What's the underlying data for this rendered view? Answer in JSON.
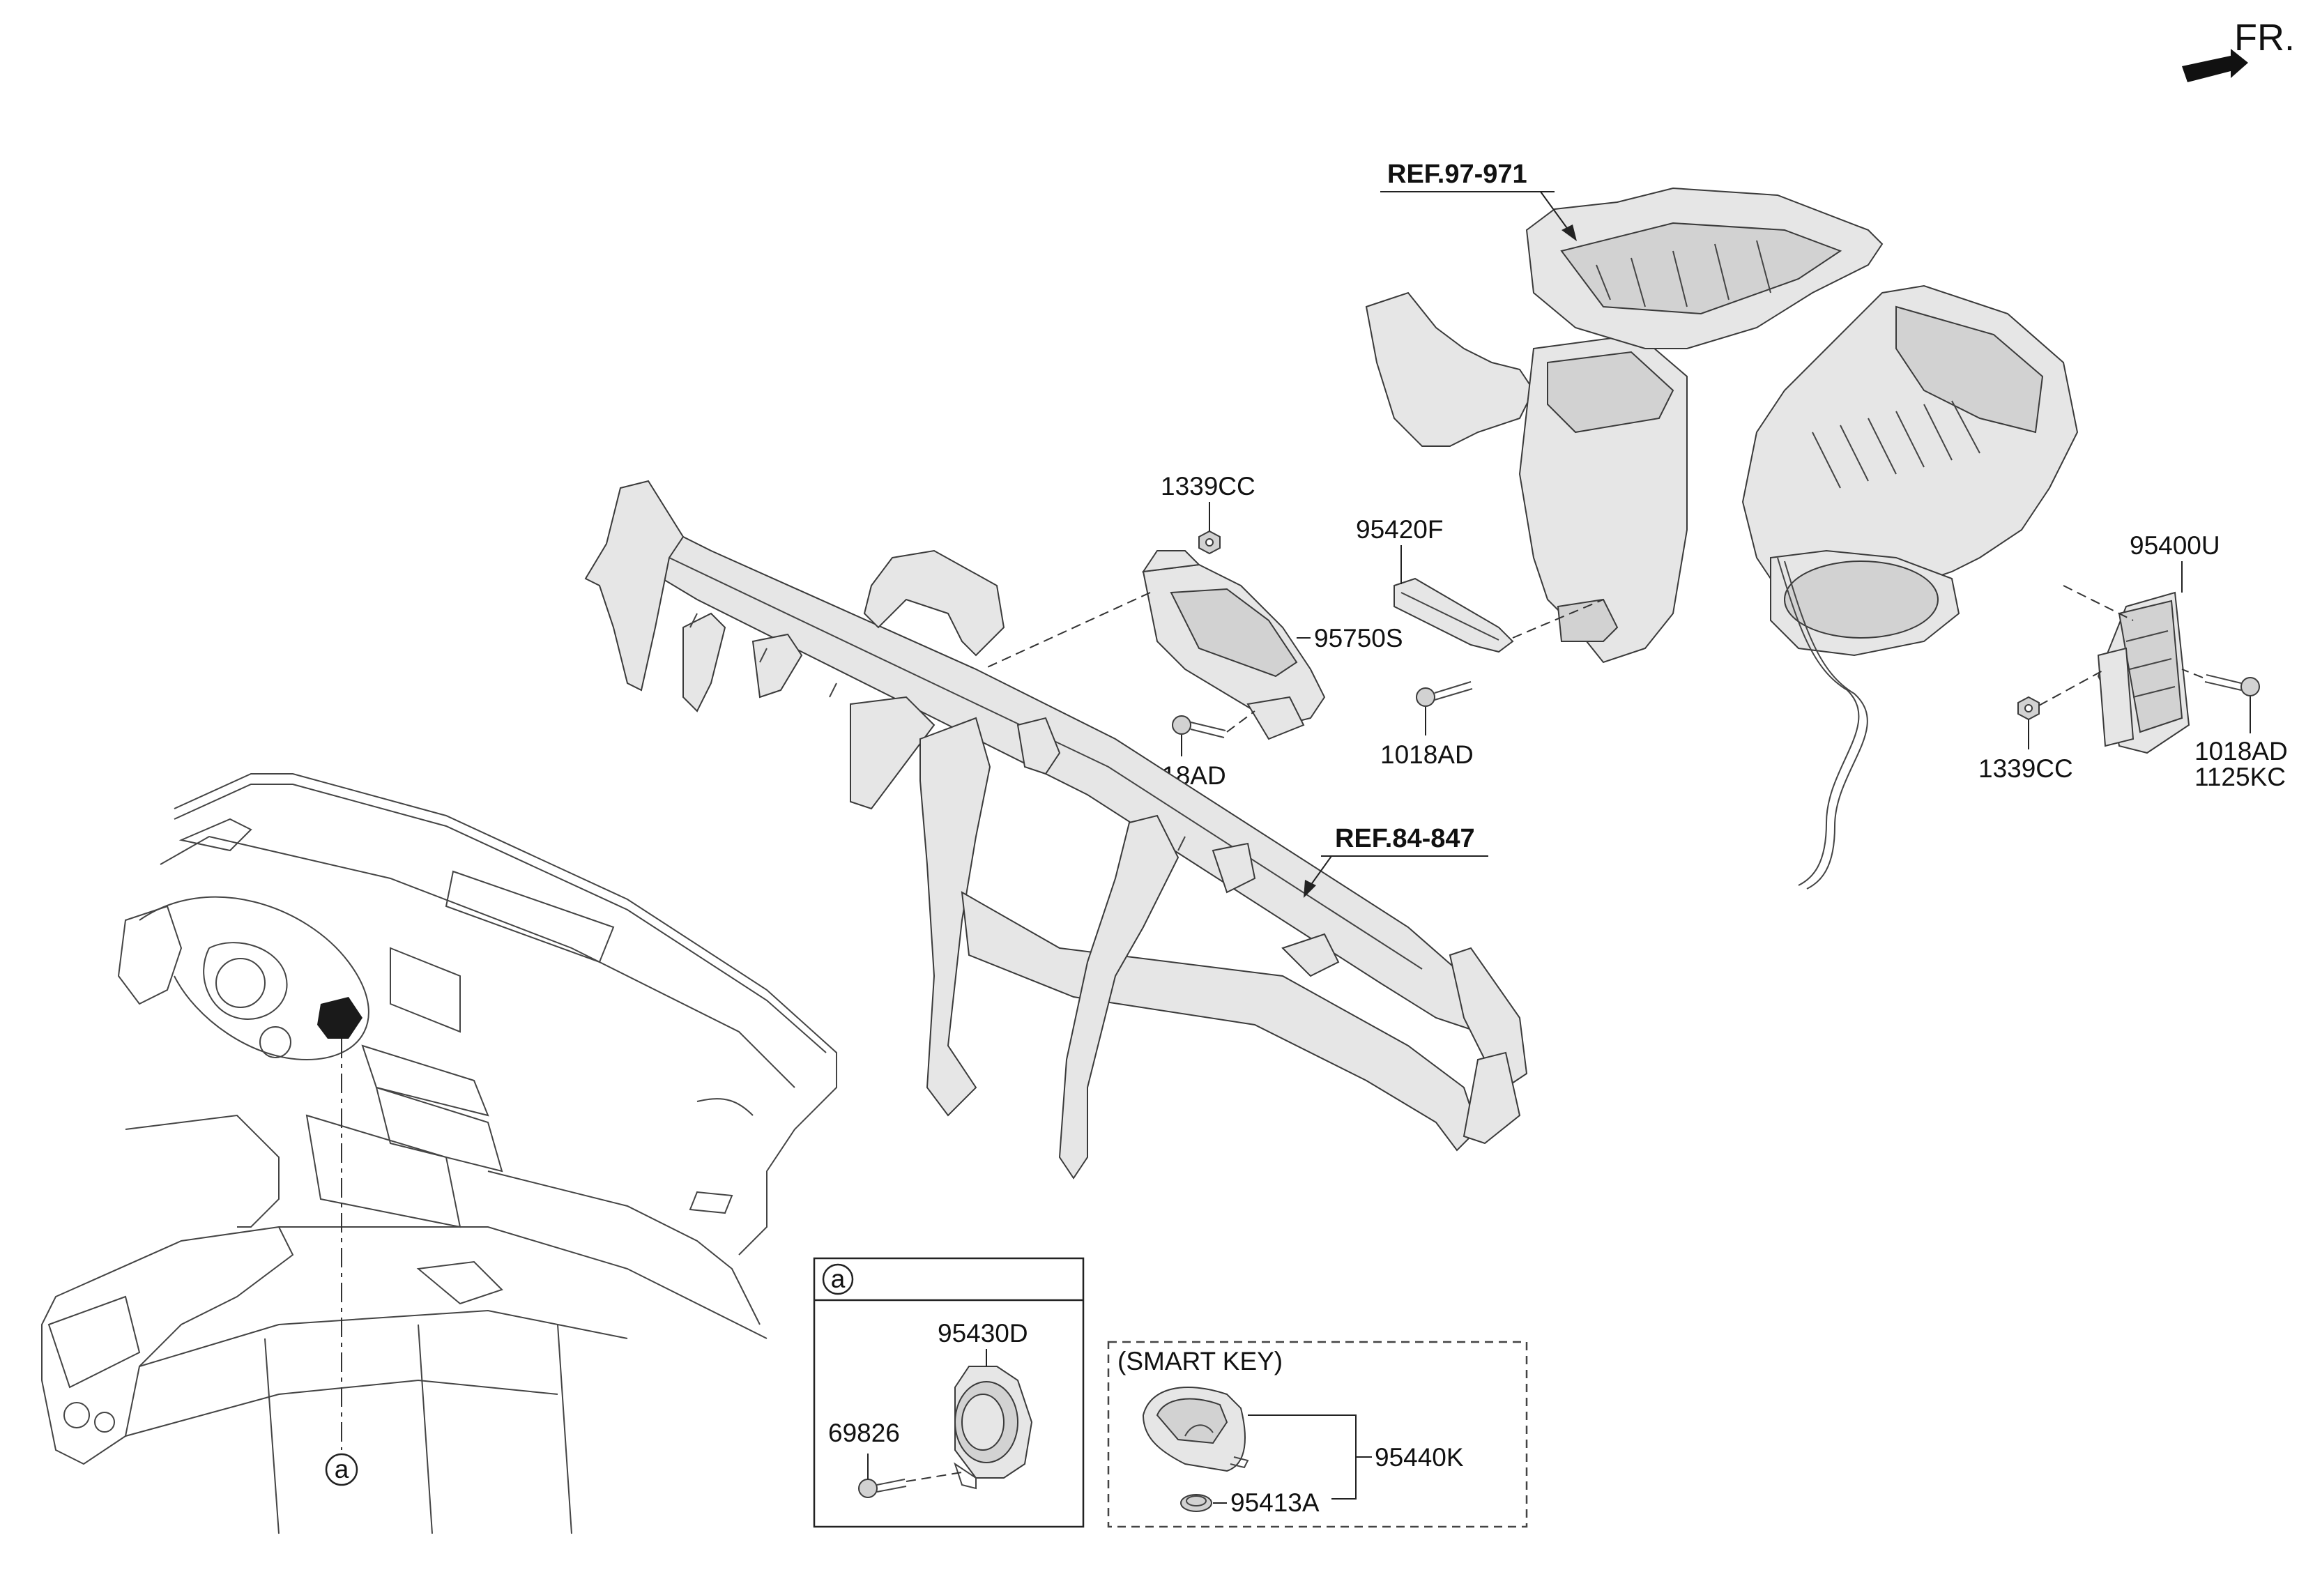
{
  "direction_label": "FR.",
  "references": {
    "hvac": "REF.97-971",
    "cowl_crossbar": "REF.84-847"
  },
  "part_labels": {
    "nut_top": "1339CC",
    "module_95750s": "95750S",
    "bolt_95750s": "1018AD",
    "bracket_95420f": "95420F",
    "bolt_95420f": "1018AD",
    "module_95400u": "95400U",
    "nut_95400u": "1339CC",
    "bolt_95400u_1": "1018AD",
    "bolt_95400u_2": "1125KC"
  },
  "detail_a": {
    "callout": "a",
    "header_callout": "a",
    "start_switch": "95430D",
    "screw": "69826"
  },
  "smart_key": {
    "title": "(SMART KEY)",
    "key_fob": "95440K",
    "battery": "95413A"
  }
}
